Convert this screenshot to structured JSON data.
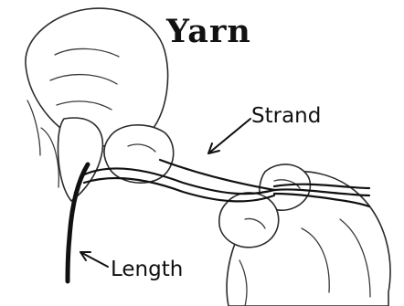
{
  "figure": {
    "title": "Yarn",
    "labels": {
      "strand": "Strand",
      "length": "Length"
    }
  },
  "colors": {
    "ink": "#111111",
    "background": "#ffffff"
  }
}
